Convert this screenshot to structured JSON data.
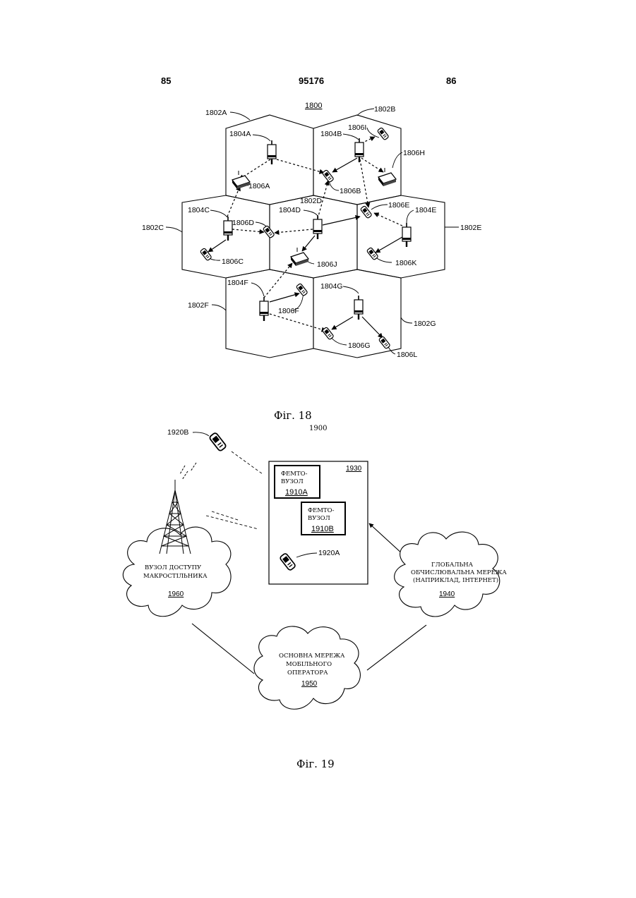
{
  "header": {
    "left_page": "85",
    "doc_number": "95176",
    "right_page": "86"
  },
  "fig18": {
    "ref": "1800",
    "caption": "Фіг. 18",
    "cells": {
      "a": "1802A",
      "b": "1802B",
      "c": "1802C",
      "d": "1802D",
      "e": "1802E",
      "f": "1802F",
      "g": "1802G"
    },
    "base_stations": {
      "a": "1804A",
      "b": "1804B",
      "c": "1804C",
      "d": "1804D",
      "e": "1804E",
      "f": "1804F",
      "g": "1804G"
    },
    "terminals": {
      "a": "1806A",
      "b": "1806B",
      "c": "1806C",
      "d": "1806D",
      "e": "1806E",
      "f": "1806F",
      "g": "1806G",
      "h": "1806H",
      "i": "1806I",
      "j": "1806J",
      "k": "1806K",
      "l": "1806L"
    }
  },
  "fig19": {
    "ref": "1900",
    "caption": "Фіг. 19",
    "building_ref": "1930",
    "phone_outside": "1920B",
    "phone_inside": "1920A",
    "femto_a": {
      "line1": "ФЕМТО-",
      "line2": "ВУЗОЛ",
      "ref": "1910A"
    },
    "femto_b": {
      "line1": "ФЕМТО-",
      "line2": "ВУЗОЛ",
      "ref": "1910B"
    },
    "macro_cloud": {
      "line1": "ВУЗОЛ ДОСТУПУ",
      "line2": "МАКРОСТІЛЬНИКА",
      "ref": "1960"
    },
    "wan_cloud": {
      "line1": "ГЛОБАЛЬНА",
      "line2": "ОБЧИСЛЮВАЛЬНА МЕРЕЖА",
      "line3": "(НАПРИКЛАД, ІНТЕРНЕТ)",
      "ref": "1940"
    },
    "core_cloud": {
      "line1": "ОСНОВНА МЕРЕЖА",
      "line2": "МОБІЛЬНОГО",
      "line3": "ОПЕРАТОРА",
      "ref": "1950"
    }
  }
}
